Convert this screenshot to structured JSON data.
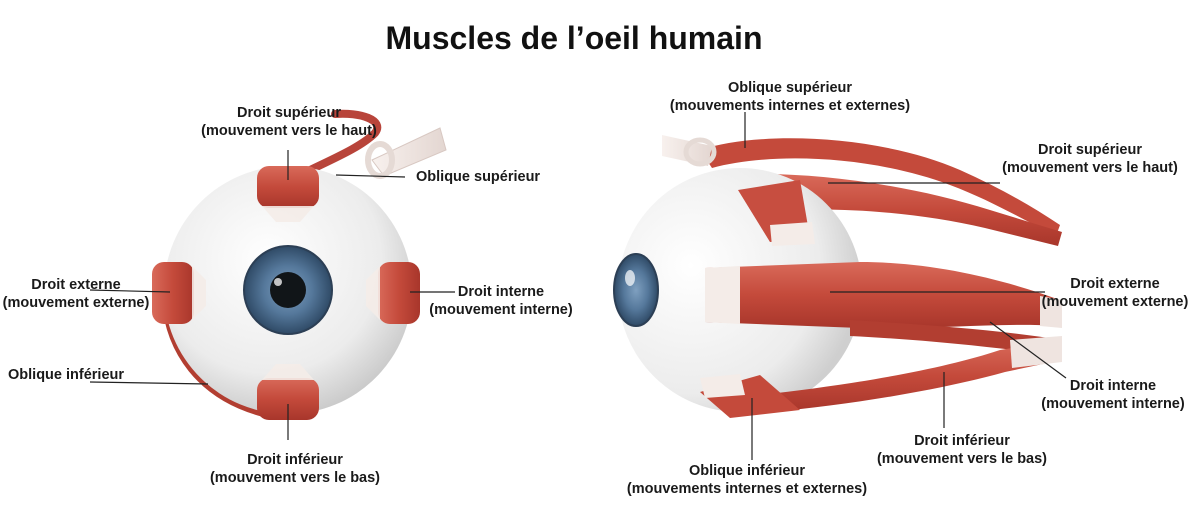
{
  "title": "Muscles de l’oeil humain",
  "colors": {
    "muscle": "#c94a3c",
    "muscle_dark": "#9e2f25",
    "tendon": "#f1e6e1",
    "sclera": "#f2f2f2",
    "iris": "#4f6f8f",
    "pupil": "#101418",
    "leader": "#222222"
  },
  "front_view": {
    "droit_superieur": {
      "name": "Droit supérieur",
      "desc": "(mouvement vers le haut)"
    },
    "oblique_superieur": {
      "name": "Oblique supérieur"
    },
    "droit_externe": {
      "name": "Droit externe",
      "desc": "(mouvement externe)"
    },
    "droit_interne": {
      "name": "Droit interne",
      "desc": "(mouvement interne)"
    },
    "oblique_inferieur": {
      "name": "Oblique inférieur"
    },
    "droit_inferieur": {
      "name": "Droit inférieur",
      "desc": "(mouvement vers le bas)"
    }
  },
  "side_view": {
    "oblique_superieur": {
      "name": "Oblique supérieur",
      "desc": "(mouvements internes et externes)"
    },
    "droit_superieur": {
      "name": "Droit supérieur",
      "desc": "(mouvement vers le haut)"
    },
    "droit_externe": {
      "name": "Droit externe",
      "desc": "(mouvement externe)"
    },
    "droit_interne": {
      "name": "Droit interne",
      "desc": "(mouvement interne)"
    },
    "droit_inferieur": {
      "name": "Droit inférieur",
      "desc": "(mouvement vers le bas)"
    },
    "oblique_inferieur": {
      "name": "Oblique inférieur",
      "desc": "(mouvements internes et externes)"
    }
  }
}
